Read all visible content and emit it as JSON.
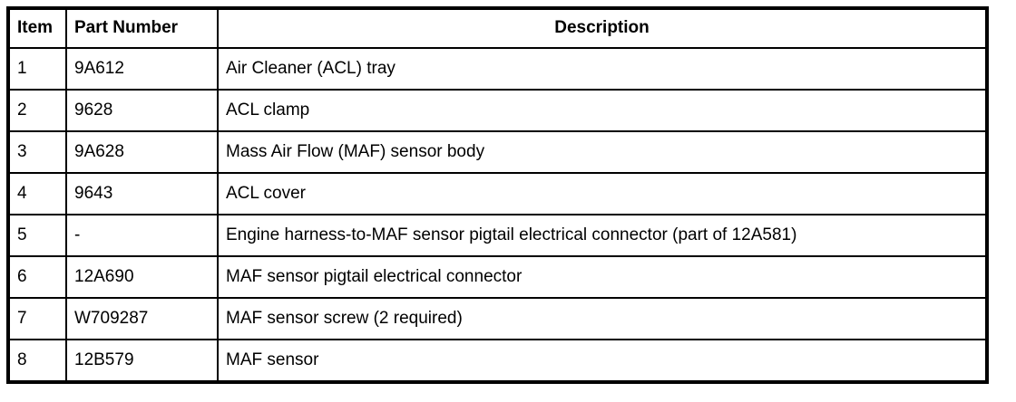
{
  "table": {
    "columns": [
      {
        "key": "item",
        "label": "Item"
      },
      {
        "key": "part_number",
        "label": "Part Number"
      },
      {
        "key": "description",
        "label": "Description"
      }
    ],
    "rows": [
      {
        "item": "1",
        "part_number": "9A612",
        "description": "Air Cleaner (ACL) tray"
      },
      {
        "item": "2",
        "part_number": "9628",
        "description": "ACL clamp"
      },
      {
        "item": "3",
        "part_number": "9A628",
        "description": "Mass Air Flow (MAF) sensor body"
      },
      {
        "item": "4",
        "part_number": "9643",
        "description": "ACL cover"
      },
      {
        "item": "5",
        "part_number": "-",
        "description": "Engine harness-to-MAF sensor pigtail electrical connector (part of 12A581)"
      },
      {
        "item": "6",
        "part_number": "12A690",
        "description": "MAF sensor pigtail electrical connector"
      },
      {
        "item": "7",
        "part_number": "W709287",
        "description": "MAF sensor screw (2 required)"
      },
      {
        "item": "8",
        "part_number": "12B579",
        "description": "MAF sensor"
      }
    ],
    "colors": {
      "border": "#000000",
      "text": "#000000",
      "background": "#ffffff"
    }
  }
}
